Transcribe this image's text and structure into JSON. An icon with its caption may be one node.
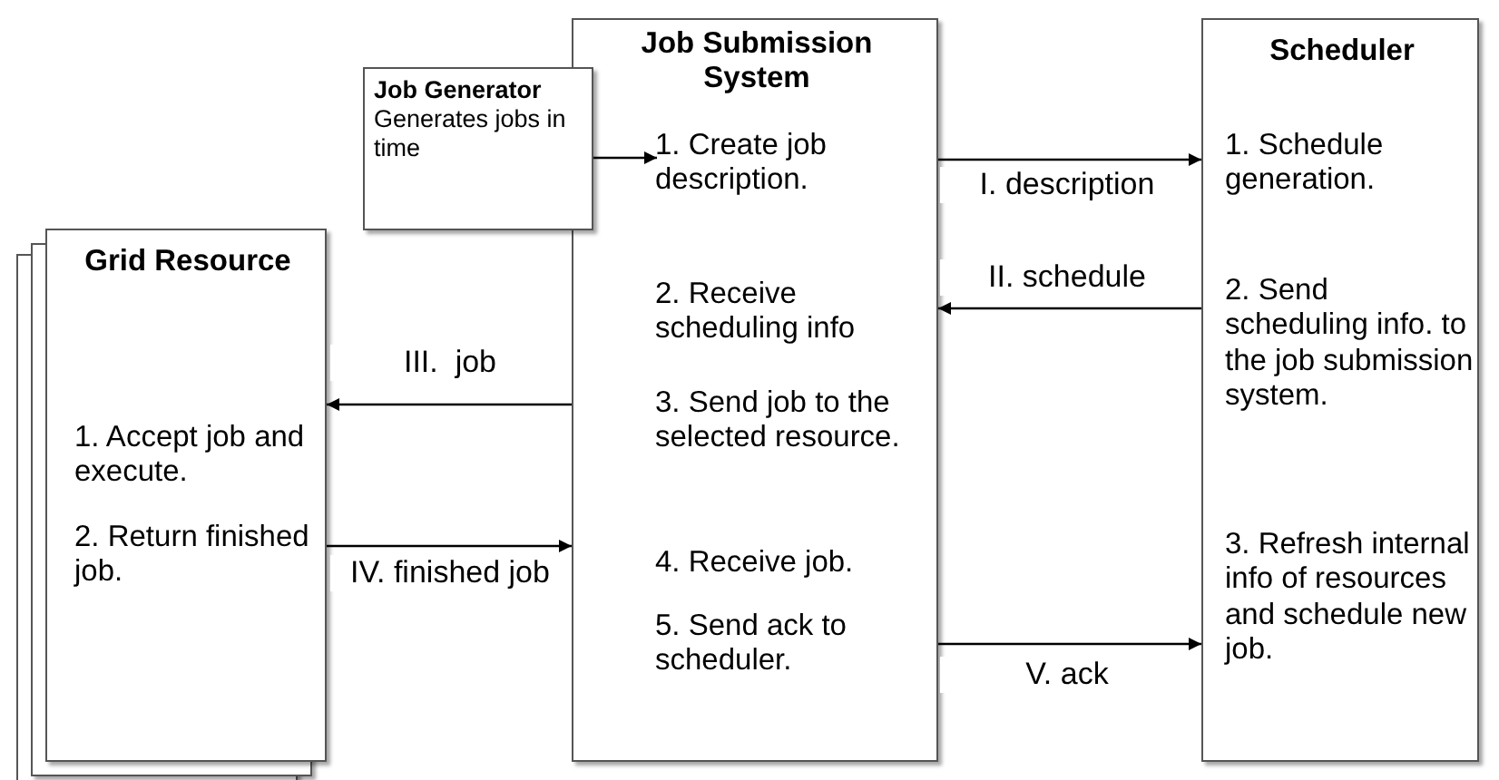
{
  "diagram": {
    "nodes": [
      {
        "text": [
          "Job Generator",
          "Generates jobs in time"
        ]
      },
      {
        "text": [
          "Job Submission System",
          "1. Create job description.",
          "2. Receive scheduling info",
          "3. Send job to the selected resource.",
          "4. Receive job.",
          "5. Send ack to scheduler."
        ]
      },
      {
        "text": [
          "Scheduler",
          "1. Schedule generation.",
          "2. Send scheduling info. to the job submission system.",
          "3. Refresh internal info of resources and schedule new job."
        ]
      },
      {
        "text": [
          "Grid Resource",
          "1. Accept job and execute.",
          "2. Return finished job."
        ]
      }
    ],
    "edges": [
      {
        "from": 0,
        "to": 1,
        "arrow": "to"
      },
      {
        "from": 1,
        "to": 2,
        "arrow": "to",
        "label": "I. description"
      },
      {
        "from": 2,
        "to": 1,
        "arrow": "to",
        "label": "II. schedule"
      },
      {
        "from": 1,
        "to": 3,
        "arrow": "to",
        "label": "III.  job"
      },
      {
        "from": 3,
        "to": 1,
        "arrow": "to",
        "label": "IV. finished job"
      },
      {
        "from": 1,
        "to": 2,
        "arrow": "to",
        "label": "V. ack"
      }
    ]
  }
}
